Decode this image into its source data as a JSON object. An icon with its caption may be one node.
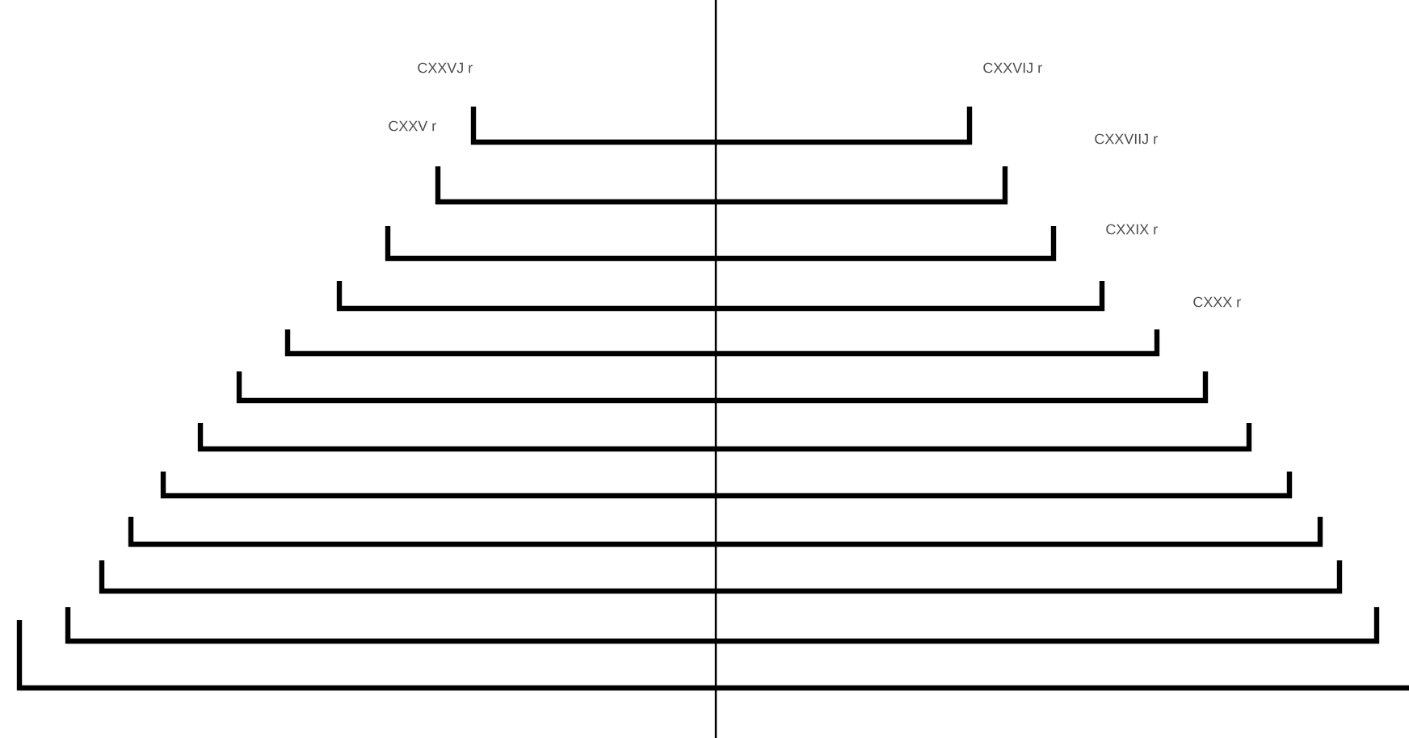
{
  "diagram": {
    "labels": [
      "CXXVJ r",
      "CXXVIJ r",
      "CXXV r",
      "CXXVIIJ r",
      "CXXIX r",
      "CXXX r"
    ]
  }
}
